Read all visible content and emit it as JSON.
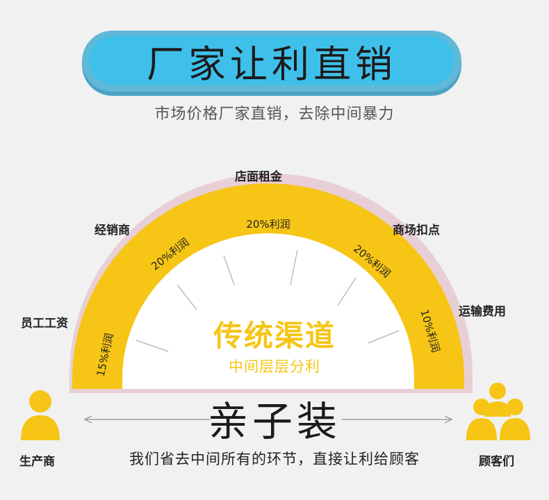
{
  "banner": {
    "title": "厂家让利直销"
  },
  "subtitle": "市场价格厂家直销，去除中间暴力",
  "cost_labels": {
    "top": "店面租金",
    "upper_left": "经销商",
    "upper_right": "商场扣点",
    "left": "员工工资",
    "right": "运输费用"
  },
  "arch_segments": [
    "15%利润",
    "20%利润",
    "20%利润",
    "20%利润",
    "10%利润"
  ],
  "center": {
    "title": "传统渠道",
    "subtitle": "中间层层分利"
  },
  "product": "亲子装",
  "bottom_text": "我们省去中间所有的环节，直接让利给顾客",
  "roles": {
    "producer": "生产商",
    "customers": "顾客们"
  },
  "colors": {
    "banner": "#3fc0ea",
    "arch": "#f6c515",
    "arch_shadow": "#e3c6cf",
    "icon": "#f6c515"
  }
}
